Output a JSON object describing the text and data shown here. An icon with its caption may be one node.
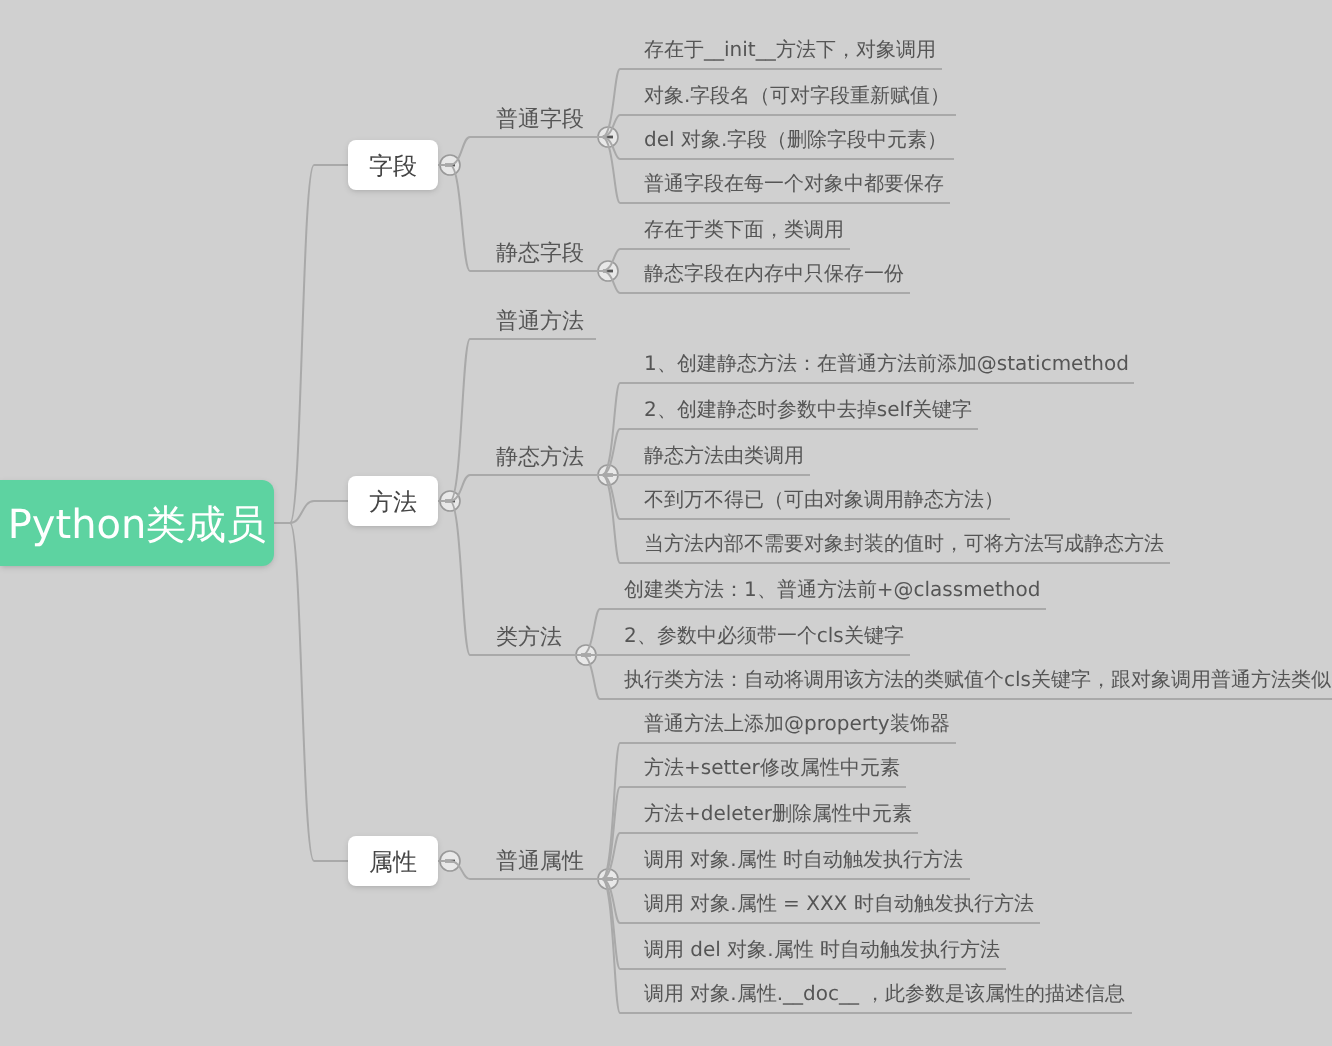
{
  "diagram": {
    "nodes": [
      {
        "text": [
          "Python类成员"
        ]
      },
      {
        "text": [
          "字段"
        ]
      },
      {
        "text": [
          "普通字段"
        ]
      },
      {
        "text": [
          "存在于__init__方法下，对象调用"
        ]
      },
      {
        "text": [
          "对象.字段名（可对字段重新赋值）"
        ]
      },
      {
        "text": [
          "del 对象.字段（删除字段中元素）"
        ]
      },
      {
        "text": [
          "普通字段在每一个对象中都要保存"
        ]
      },
      {
        "text": [
          "静态字段"
        ]
      },
      {
        "text": [
          "存在于类下面，类调用"
        ]
      },
      {
        "text": [
          "静态字段在内存中只保存一份"
        ]
      },
      {
        "text": [
          "方法"
        ]
      },
      {
        "text": [
          "普通方法"
        ]
      },
      {
        "text": [
          "静态方法"
        ]
      },
      {
        "text": [
          "1、创建静态方法：在普通方法前添加@staticmethod"
        ]
      },
      {
        "text": [
          "2、创建静态时参数中去掉self关键字"
        ]
      },
      {
        "text": [
          "静态方法由类调用"
        ]
      },
      {
        "text": [
          "不到万不得已（可由对象调用静态方法）"
        ]
      },
      {
        "text": [
          "当方法内部不需要对象封装的值时，可将方法写成静态方法"
        ]
      },
      {
        "text": [
          "类方法"
        ]
      },
      {
        "text": [
          "创建类方法：1、普通方法前+@classmethod"
        ]
      },
      {
        "text": [
          "2、参数中必须带一个cls关键字"
        ]
      },
      {
        "text": [
          "执行类方法：自动将调用该方法的类赋值个cls关键字，跟对象调用普通方法类似"
        ]
      },
      {
        "text": [
          "属性"
        ]
      },
      {
        "text": [
          "普通属性"
        ]
      },
      {
        "text": [
          "普通方法上添加@property装饰器"
        ]
      },
      {
        "text": [
          "方法+setter修改属性中元素"
        ]
      },
      {
        "text": [
          "方法+deleter删除属性中元素"
        ]
      },
      {
        "text": [
          "调用 对象.属性 时自动触发执行方法"
        ]
      },
      {
        "text": [
          "调用 对象.属性 = XXX 时自动触发执行方法"
        ]
      },
      {
        "text": [
          "调用 del 对象.属性 时自动触发执行方法"
        ]
      },
      {
        "text": [
          "调用 对象.属性.__doc__ ，此参数是该属性的描述信息"
        ]
      }
    ],
    "edges": [
      {
        "from": 0,
        "to": 1,
        "arrow": "none"
      },
      {
        "from": 0,
        "to": 10,
        "arrow": "none"
      },
      {
        "from": 0,
        "to": 22,
        "arrow": "none"
      },
      {
        "from": 1,
        "to": 2,
        "arrow": "none"
      },
      {
        "from": 1,
        "to": 7,
        "arrow": "none"
      },
      {
        "from": 2,
        "to": 3,
        "arrow": "none"
      },
      {
        "from": 2,
        "to": 4,
        "arrow": "none"
      },
      {
        "from": 2,
        "to": 5,
        "arrow": "none"
      },
      {
        "from": 2,
        "to": 6,
        "arrow": "none"
      },
      {
        "from": 7,
        "to": 8,
        "arrow": "none"
      },
      {
        "from": 7,
        "to": 9,
        "arrow": "none"
      },
      {
        "from": 10,
        "to": 11,
        "arrow": "none"
      },
      {
        "from": 10,
        "to": 12,
        "arrow": "none"
      },
      {
        "from": 10,
        "to": 18,
        "arrow": "none"
      },
      {
        "from": 12,
        "to": 13,
        "arrow": "none"
      },
      {
        "from": 12,
        "to": 14,
        "arrow": "none"
      },
      {
        "from": 12,
        "to": 15,
        "arrow": "none"
      },
      {
        "from": 12,
        "to": 16,
        "arrow": "none"
      },
      {
        "from": 12,
        "to": 17,
        "arrow": "none"
      },
      {
        "from": 18,
        "to": 19,
        "arrow": "none"
      },
      {
        "from": 18,
        "to": 20,
        "arrow": "none"
      },
      {
        "from": 18,
        "to": 21,
        "arrow": "none"
      },
      {
        "from": 22,
        "to": 23,
        "arrow": "none"
      },
      {
        "from": 23,
        "to": 24,
        "arrow": "none"
      },
      {
        "from": 23,
        "to": 25,
        "arrow": "none"
      },
      {
        "from": 23,
        "to": 26,
        "arrow": "none"
      },
      {
        "from": 23,
        "to": 27,
        "arrow": "none"
      },
      {
        "from": 23,
        "to": 28,
        "arrow": "none"
      },
      {
        "from": 23,
        "to": 29,
        "arrow": "none"
      },
      {
        "from": 23,
        "to": 30,
        "arrow": "none"
      }
    ]
  }
}
